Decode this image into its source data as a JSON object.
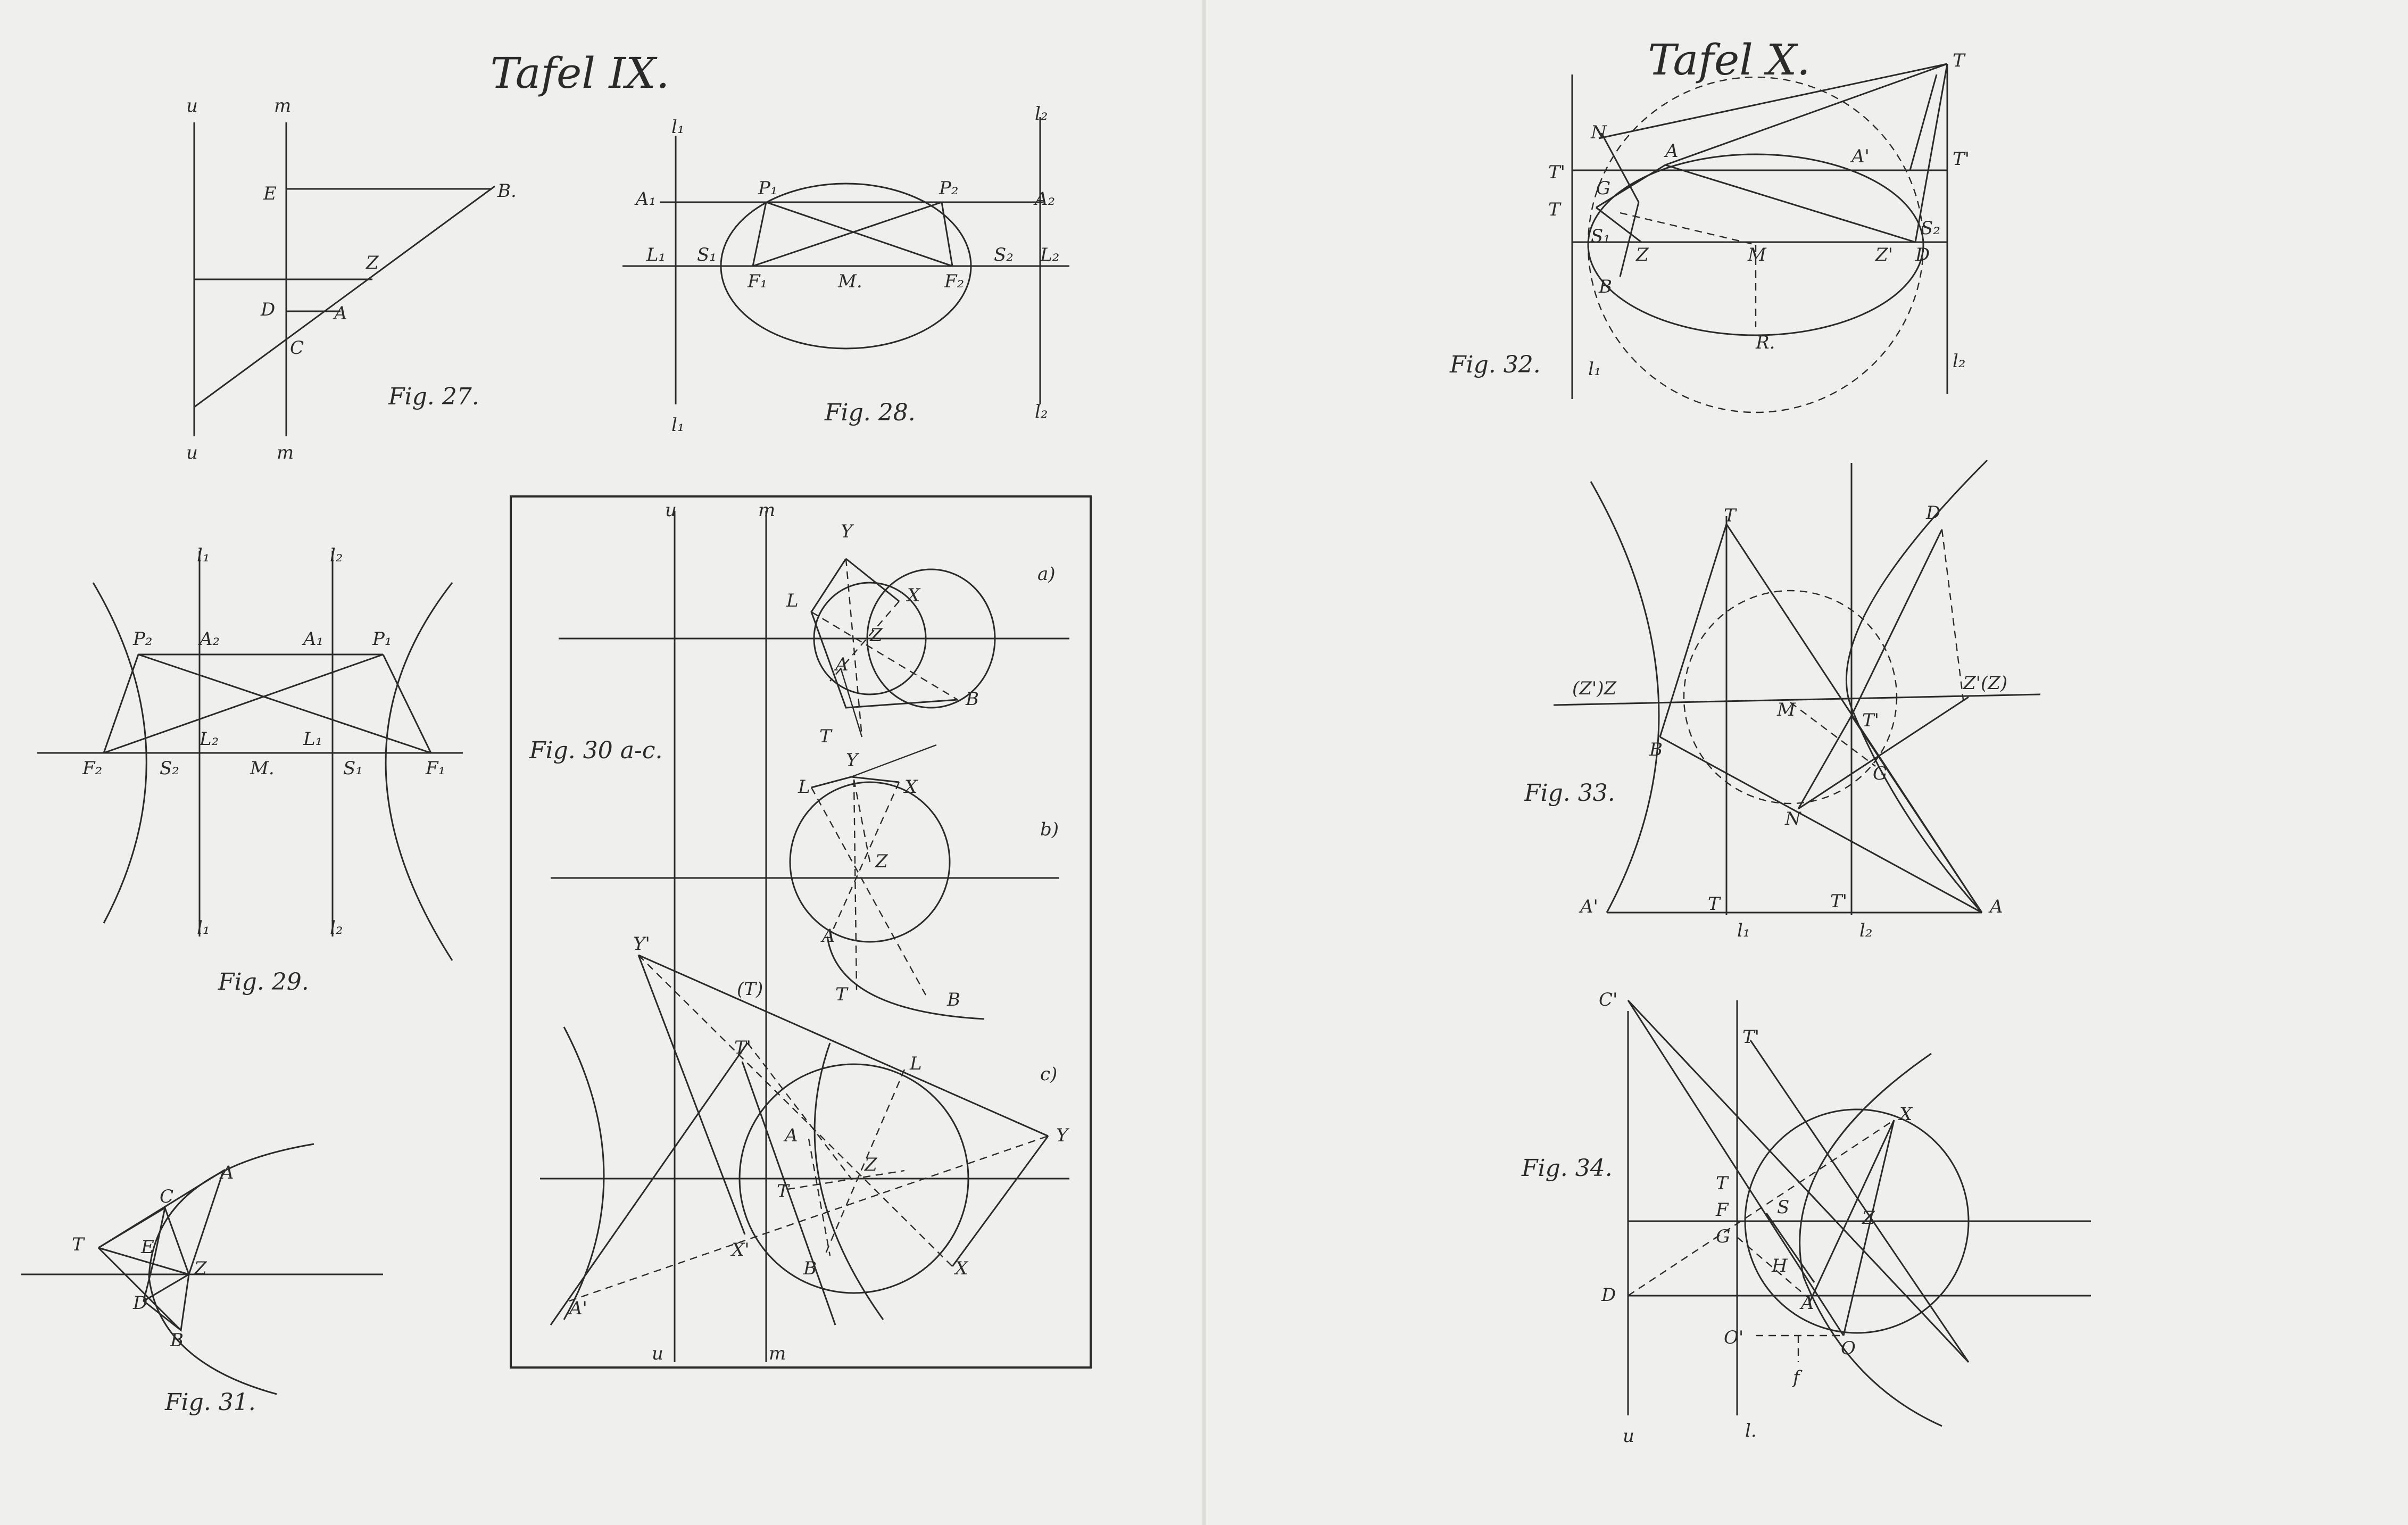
{
  "plate_left": {
    "title": "Tafel IX."
  },
  "plate_right": {
    "title": "Tafel X."
  },
  "fig27": {
    "caption": "Fig. 27.",
    "labels": [
      "u",
      "m",
      "E",
      "B.",
      "Z",
      "D",
      "A",
      "C",
      "u",
      "m"
    ]
  },
  "fig28": {
    "caption": "Fig. 28.",
    "labels": [
      "l₁",
      "l₂",
      "A₁",
      "P₁",
      "P₂",
      "A₂",
      "L₁",
      "S₁",
      "F₁",
      "M.",
      "F₂",
      "S₂",
      "L₂",
      "l₁",
      "l₂"
    ]
  },
  "fig29": {
    "caption": "Fig. 29.",
    "labels": [
      "l₁",
      "l₂",
      "P₂",
      "A₂",
      "A₁",
      "P₁",
      "L₂",
      "L₁",
      "F₂",
      "S₂",
      "M.",
      "S₁",
      "F₁",
      "l₁",
      "l₂"
    ]
  },
  "fig30": {
    "caption": "Fig. 30 a-c.",
    "part_a": "a)",
    "part_b": "b)",
    "part_c": "c)",
    "labels": [
      "u",
      "m",
      "Y",
      "L",
      "X",
      "Z",
      "A",
      "B",
      "T",
      "Y",
      "L",
      "X",
      "Z",
      "A",
      "T",
      "B",
      "Y'",
      "(T)",
      "T'",
      "L",
      "Y",
      "A",
      "Z",
      "T",
      "X'",
      "B",
      "X",
      "A'",
      "u",
      "m"
    ]
  },
  "fig31": {
    "caption": "Fig. 31.",
    "labels": [
      "T",
      "C",
      "A",
      "E",
      "Z",
      "D",
      "B"
    ]
  },
  "fig32": {
    "caption": "Fig. 32.",
    "labels": [
      "T'",
      "N",
      "T",
      "A",
      "A'",
      "T'",
      "T",
      "G",
      "S₁",
      "S₂",
      "Z",
      "M",
      "Z'",
      "D",
      "B",
      "R.",
      "l₁",
      "l₂"
    ]
  },
  "fig33": {
    "caption": "Fig. 33.",
    "labels": [
      "T",
      "D",
      "(Z')Z",
      "Z'(Z)",
      "M",
      "T'",
      "B",
      "G",
      "N",
      "A'",
      "T",
      "l₁",
      "T'",
      "l₂",
      "A"
    ]
  },
  "fig34": {
    "caption": "Fig. 34.",
    "labels": [
      "C'",
      "T'",
      "X",
      "T",
      "F",
      "S",
      "Z",
      "G",
      "H",
      "D",
      "A",
      "O'",
      "O",
      "f",
      "u",
      "l."
    ]
  }
}
